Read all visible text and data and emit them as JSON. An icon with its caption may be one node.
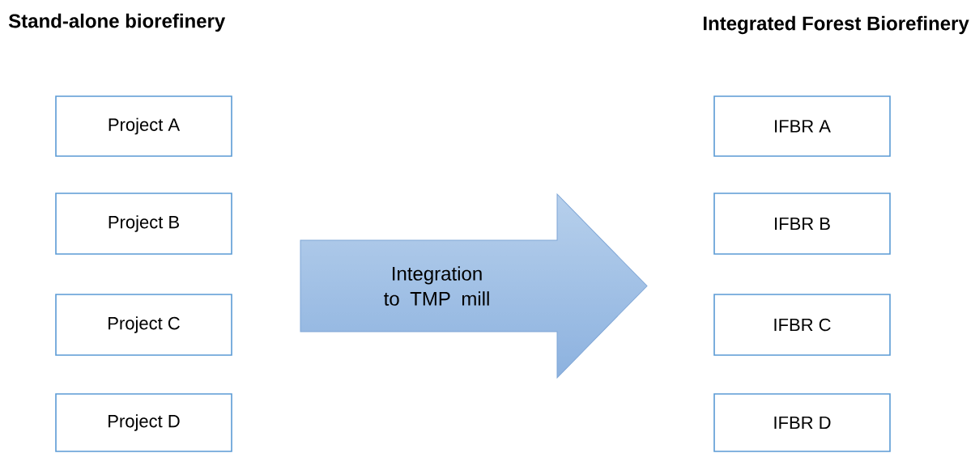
{
  "diagram": {
    "nodes": [
      {
        "text": [
          "Project A"
        ]
      },
      {
        "text": [
          "Project B"
        ]
      },
      {
        "text": [
          "Project C"
        ]
      },
      {
        "text": [
          "Project D"
        ]
      },
      {
        "text": [
          "IFBR A"
        ]
      },
      {
        "text": [
          "IFBR B"
        ]
      },
      {
        "text": [
          "IFBR C"
        ]
      },
      {
        "text": [
          "IFBR D"
        ]
      },
      {
        "text": [
          "Integration to TMP mill"
        ]
      }
    ],
    "labels": [
      "Stand-alone biorefinery",
      "Integrated Forest Biorefinery"
    ]
  }
}
